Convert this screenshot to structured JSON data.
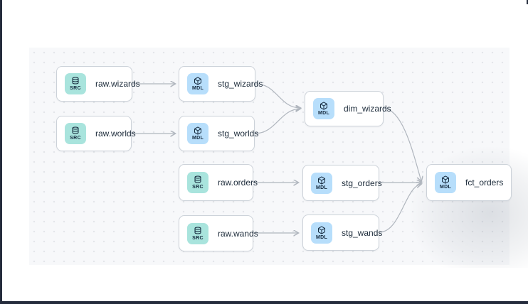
{
  "colors": {
    "frame": "#252c3c",
    "canvas_bg": "#f7f8fa",
    "dot": "#e2e5e9",
    "node_bg": "#ffffff",
    "node_border": "#ccd2d9",
    "label": "#1c2b3a",
    "edge": "#b0b6be",
    "src_badge": "#a9e4dd",
    "mdl_badge": "#b7defb",
    "badge_text": "#14283c"
  },
  "graph": {
    "nodes": [
      {
        "id": "raw.wizards",
        "label": "raw.wizards",
        "badge": "SRC",
        "type": "source",
        "icon": "database-icon"
      },
      {
        "id": "stg_wizards",
        "label": "stg_wizards",
        "badge": "MDL",
        "type": "model",
        "icon": "cube-icon"
      },
      {
        "id": "raw.worlds",
        "label": "raw.worlds",
        "badge": "SRC",
        "type": "source",
        "icon": "database-icon"
      },
      {
        "id": "stg_worlds",
        "label": "stg_worlds",
        "badge": "MDL",
        "type": "model",
        "icon": "cube-icon"
      },
      {
        "id": "dim_wizards",
        "label": "dim_wizards",
        "badge": "MDL",
        "type": "model",
        "icon": "cube-icon"
      },
      {
        "id": "raw.orders",
        "label": "raw.orders",
        "badge": "SRC",
        "type": "source",
        "icon": "database-icon"
      },
      {
        "id": "stg_orders",
        "label": "stg_orders",
        "badge": "MDL",
        "type": "model",
        "icon": "cube-icon"
      },
      {
        "id": "raw.wands",
        "label": "raw.wands",
        "badge": "SRC",
        "type": "source",
        "icon": "database-icon"
      },
      {
        "id": "stg_wands",
        "label": "stg_wands",
        "badge": "MDL",
        "type": "model",
        "icon": "cube-icon"
      },
      {
        "id": "fct_orders",
        "label": "fct_orders",
        "badge": "MDL",
        "type": "model",
        "icon": "cube-icon"
      }
    ],
    "edges": [
      {
        "from": "raw.wizards",
        "to": "stg_wizards"
      },
      {
        "from": "raw.worlds",
        "to": "stg_worlds"
      },
      {
        "from": "raw.orders",
        "to": "stg_orders"
      },
      {
        "from": "raw.wands",
        "to": "stg_wands"
      },
      {
        "from": "stg_wizards",
        "to": "dim_wizards"
      },
      {
        "from": "stg_worlds",
        "to": "dim_wizards"
      },
      {
        "from": "stg_orders",
        "to": "fct_orders"
      },
      {
        "from": "stg_wands",
        "to": "fct_orders"
      },
      {
        "from": "dim_wizards",
        "to": "fct_orders"
      }
    ]
  }
}
